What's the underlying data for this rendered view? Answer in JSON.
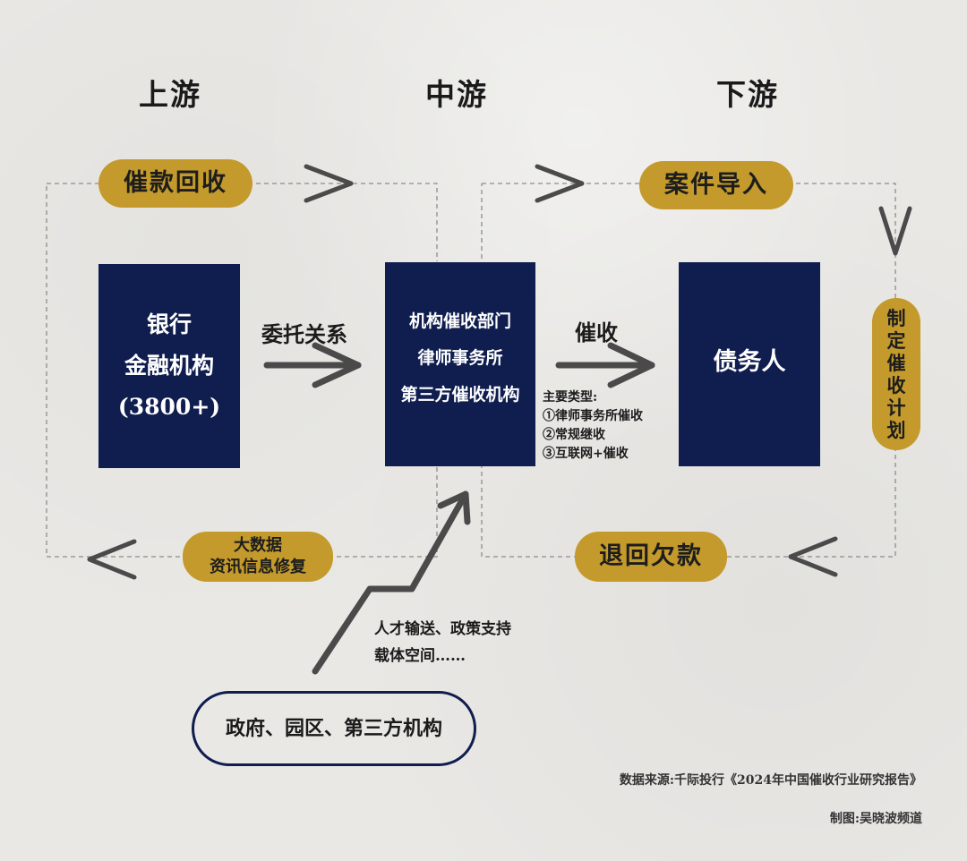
{
  "stages": {
    "upstream": "上游",
    "midstream": "中游",
    "downstream": "下游"
  },
  "pills": {
    "payment_recovery": "催款回收",
    "case_import": "案件导入",
    "plan": [
      "制",
      "定",
      "催",
      "收",
      "计",
      "划"
    ],
    "return_debt": "退回欠款",
    "big_data_line1": "大数据",
    "big_data_line2": "资讯信息修复"
  },
  "boxes": {
    "bank": [
      "银行",
      "金融机构",
      "(3800+)"
    ],
    "agency": [
      "机构催收部门",
      "律师事务所",
      "第三方催收机构"
    ],
    "debtor": "债务人"
  },
  "arrow_labels": {
    "entrust": "委托关系",
    "collect": "催收"
  },
  "types": {
    "title": "主要类型:",
    "items": [
      "①律师事务所催收",
      "②常规继收",
      "③互联网+催收"
    ]
  },
  "support": {
    "line1": "人才输送、政策支持",
    "line2": "载体空间……"
  },
  "gov_box": "政府、园区、第三方机构",
  "footer": {
    "source": "数据来源:千际投行《2024年中国催收行业研究报告》",
    "made_by": "制图:吴晓波频道"
  },
  "colors": {
    "navy": "#0f1d4f",
    "gold": "#c39a2b",
    "arrow_gray": "#4a4a4a",
    "background": "#e9e8e5"
  }
}
